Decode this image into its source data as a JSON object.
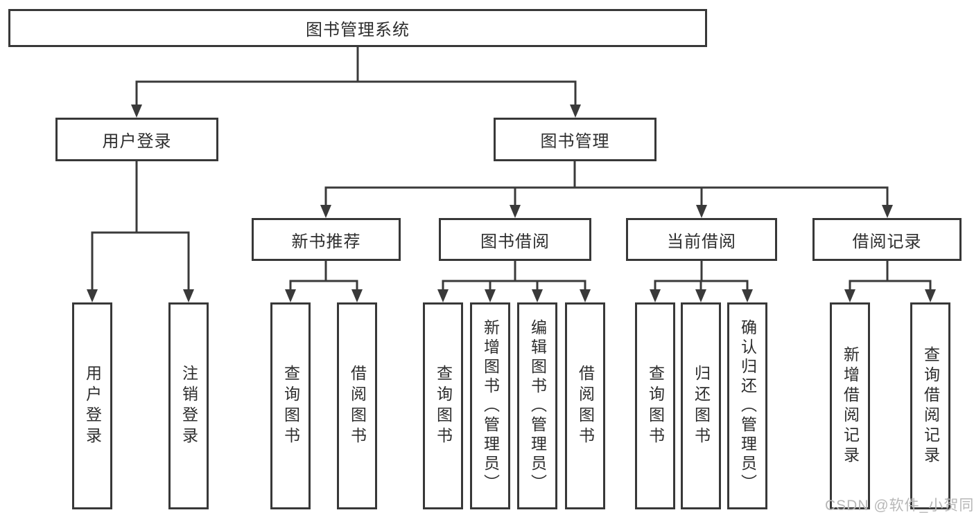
{
  "diagram": {
    "title": "图书管理系统",
    "tree": {
      "root": {
        "label": "图书管理系统"
      },
      "branches": [
        {
          "label": "用户登录",
          "leaves": [
            "用户登录",
            "注销登录"
          ]
        },
        {
          "label": "图书管理",
          "subs": [
            {
              "label": "新书推荐",
              "leaves": [
                "查询图书",
                "借阅图书"
              ]
            },
            {
              "label": "图书借阅",
              "leaves": [
                "查询图书",
                "新增图书（管理员）",
                "编辑图书（管理员）",
                "借阅图书"
              ]
            },
            {
              "label": "当前借阅",
              "leaves": [
                "查询图书",
                "归还图书",
                "确认归还（管理员）"
              ]
            },
            {
              "label": "借阅记录",
              "leaves": [
                "新增借阅记录",
                "查询借阅记录"
              ]
            }
          ]
        }
      ]
    },
    "colors": {
      "line": "#3a3a3a",
      "box_border": "#383838",
      "box_fill": "#ffffff",
      "text": "#2d2d2d",
      "background": "#ffffff",
      "watermark": "#b7b7b7"
    }
  },
  "watermark": {
    "text": "CSDN @软件_小贺同学"
  }
}
